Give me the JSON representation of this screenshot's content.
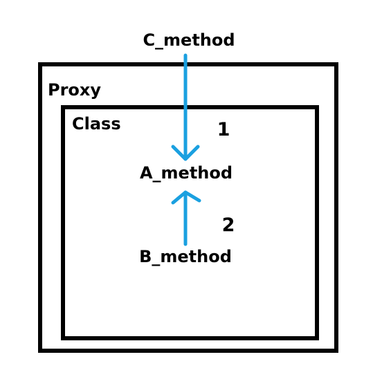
{
  "proxy": {
    "label": "Proxy"
  },
  "class_box": {
    "label": "Class"
  },
  "methods": {
    "c": "C_method",
    "a": "A_method",
    "b": "B_method"
  },
  "steps": {
    "first": "1",
    "second": "2"
  },
  "colors": {
    "arrow": "#1aa0e0",
    "box_stroke": "#000000",
    "text": "#000000",
    "background": "#ffffff"
  }
}
